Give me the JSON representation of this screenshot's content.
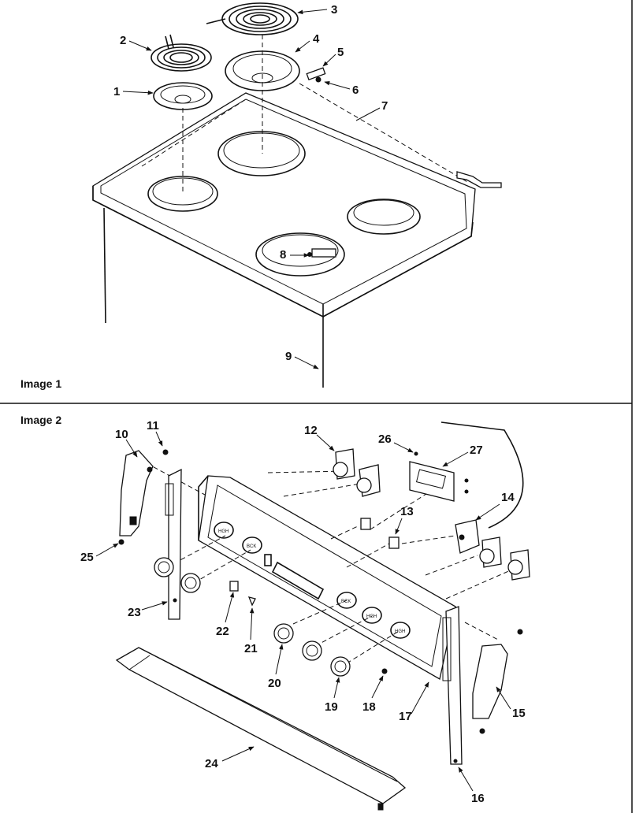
{
  "panels": [
    {
      "caption": "Image 1"
    },
    {
      "caption": "Image 2"
    }
  ],
  "callouts": {
    "c1": "1",
    "c2": "2",
    "c3": "3",
    "c4": "4",
    "c5": "5",
    "c6": "6",
    "c7": "7",
    "c8": "8",
    "c9": "9",
    "c10": "10",
    "c11": "11",
    "c12": "12",
    "c13": "13",
    "c14": "14",
    "c15": "15",
    "c16": "16",
    "c17": "17",
    "c18": "18",
    "c19": "19",
    "c20": "20",
    "c21": "21",
    "c22": "22",
    "c23": "23",
    "c24": "24",
    "c25": "25",
    "c26": "26",
    "c27": "27"
  }
}
